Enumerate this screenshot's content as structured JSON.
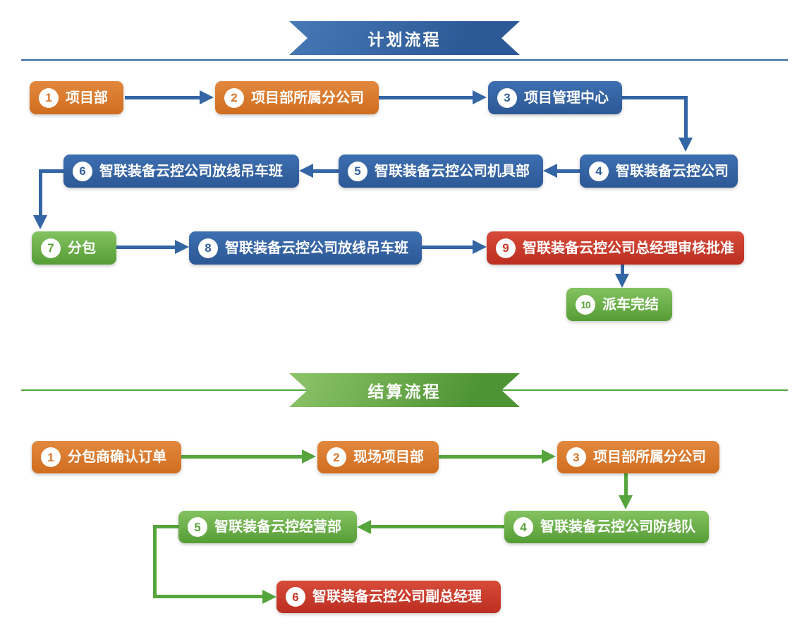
{
  "palette": {
    "orange": "#d9772b",
    "blue": "#3465a4",
    "green": "#61a843",
    "red": "#c8392b",
    "arrow_blue": "#3465a4",
    "arrow_green": "#56a53c",
    "banner_blue": "#35649f",
    "banner_green": "#6aac4b",
    "text": "#ffffff"
  },
  "plan": {
    "title": "计划流程",
    "steps": [
      {
        "num": "1",
        "label": "项目部",
        "color": "orange"
      },
      {
        "num": "2",
        "label": "项目部所属分公司",
        "color": "orange"
      },
      {
        "num": "3",
        "label": "项目管理中心",
        "color": "blue"
      },
      {
        "num": "4",
        "label": "智联装备云控公司",
        "color": "blue"
      },
      {
        "num": "5",
        "label": "智联装备云控公司机具部",
        "color": "blue"
      },
      {
        "num": "6",
        "label": "智联装备云控公司放线吊车班",
        "color": "blue"
      },
      {
        "num": "7",
        "label": "分包",
        "color": "green"
      },
      {
        "num": "8",
        "label": "智联装备云控公司放线吊车班",
        "color": "blue"
      },
      {
        "num": "9",
        "label": "智联装备云控公司总经理审核批准",
        "color": "red"
      },
      {
        "num": "10",
        "label": "派车完结",
        "color": "green"
      }
    ]
  },
  "settlement": {
    "title": "结算流程",
    "steps": [
      {
        "num": "1",
        "label": "分包商确认订单",
        "color": "orange"
      },
      {
        "num": "2",
        "label": "现场项目部",
        "color": "orange"
      },
      {
        "num": "3",
        "label": "项目部所属分公司",
        "color": "orange"
      },
      {
        "num": "4",
        "label": "智联装备云控公司防线队",
        "color": "green"
      },
      {
        "num": "5",
        "label": "智联装备云控经营部",
        "color": "green"
      },
      {
        "num": "6",
        "label": "智联装备云控公司副总经理",
        "color": "red"
      }
    ]
  }
}
